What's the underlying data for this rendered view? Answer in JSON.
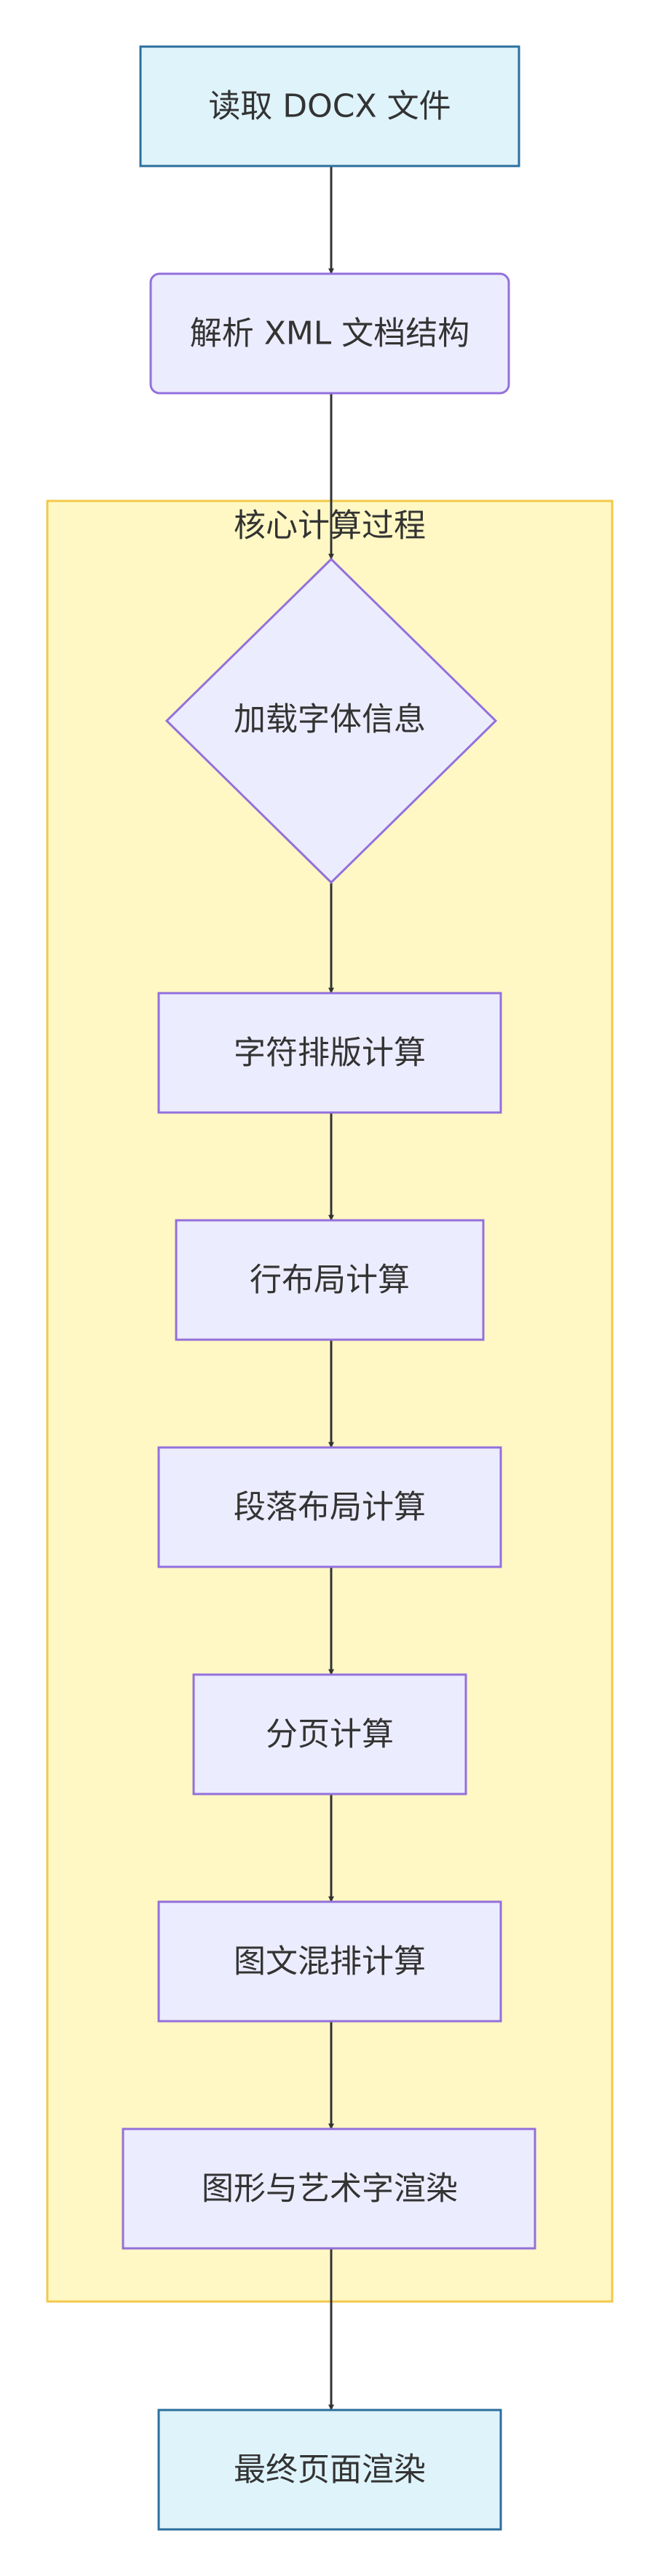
{
  "diagram": {
    "type": "flowchart",
    "direction": "top-down",
    "colors": {
      "io_fill": "#dff3fb",
      "io_stroke": "#2b6f9e",
      "process_fill": "#ececff",
      "process_stroke": "#9370db",
      "cluster_fill": "#fff8c4",
      "cluster_stroke": "#f2c94c",
      "edge": "#333333",
      "text": "#333333"
    },
    "cluster": {
      "label": "核心计算过程"
    },
    "nodes": [
      {
        "id": "read_docx",
        "label": "读取 DOCX 文件",
        "shape": "rect",
        "style": "io"
      },
      {
        "id": "parse_xml",
        "label": "解析 XML 文档结构",
        "shape": "rounded",
        "style": "process"
      },
      {
        "id": "load_font",
        "label": "加载字体信息",
        "shape": "diamond",
        "style": "process"
      },
      {
        "id": "char_layout",
        "label": "字符排版计算",
        "shape": "rect",
        "style": "process"
      },
      {
        "id": "line_layout",
        "label": "行布局计算",
        "shape": "rect",
        "style": "process"
      },
      {
        "id": "para_layout",
        "label": "段落布局计算",
        "shape": "rect",
        "style": "process"
      },
      {
        "id": "pagination",
        "label": "分页计算",
        "shape": "rect",
        "style": "process"
      },
      {
        "id": "mixed_layout",
        "label": "图文混排计算",
        "shape": "rect",
        "style": "process"
      },
      {
        "id": "graphics_render",
        "label": "图形与艺术字渲染",
        "shape": "rect",
        "style": "process"
      },
      {
        "id": "final_render",
        "label": "最终页面渲染",
        "shape": "rect",
        "style": "io"
      }
    ],
    "edges": [
      {
        "from": "read_docx",
        "to": "parse_xml"
      },
      {
        "from": "parse_xml",
        "to": "load_font"
      },
      {
        "from": "load_font",
        "to": "char_layout"
      },
      {
        "from": "char_layout",
        "to": "line_layout"
      },
      {
        "from": "line_layout",
        "to": "para_layout"
      },
      {
        "from": "para_layout",
        "to": "pagination"
      },
      {
        "from": "pagination",
        "to": "mixed_layout"
      },
      {
        "from": "mixed_layout",
        "to": "graphics_render"
      },
      {
        "from": "graphics_render",
        "to": "final_render"
      }
    ]
  }
}
